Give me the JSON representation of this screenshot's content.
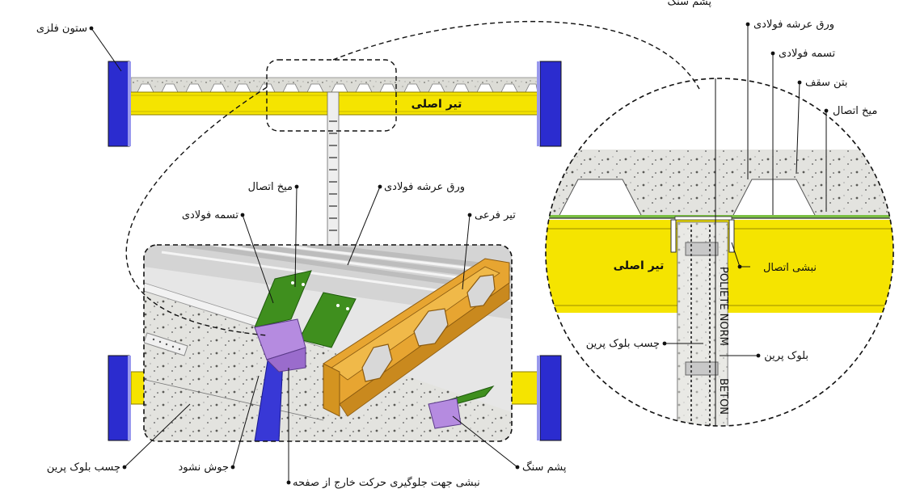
{
  "labels": {
    "steel_column": "ستون فلزی",
    "main_beam_top": "تیر اصلی",
    "stud": "میخ اتصال",
    "steel_strip": "تسمه فولادی",
    "steel_deck": "ورق عرشه فولادی",
    "secondary_beam": "تیر فرعی",
    "perlite_glue": "چسب بلوک پرین",
    "no_weld": "جوش نشود",
    "angle_note": "نبشی جهت جلوگیری حرکت خارج از صفحه",
    "rock_wool": "پشم سنگ",
    "d_rock_wool": "پشم سنگ",
    "d_steel_deck": "ورق عرشه فولادی",
    "d_steel_strip": "تسمه فولادی",
    "d_roof_concrete": "بتن سقف",
    "d_stud": "میخ اتصال",
    "d_main_beam": "تیر اصلی",
    "d_angle": "نبشی اتصال",
    "d_glue": "چسب بلوک پرین",
    "d_block": "بلوک پرین",
    "block_text_1": "POLIETE NORM",
    "block_text_2": "BETON"
  },
  "colors": {
    "column_blue": "#2b2ccf",
    "beam_yellow": "#f5e400",
    "beam_orange": "#e7a531",
    "strip_green": "#3f8f1e",
    "angle_purple": "#b58be0",
    "concrete_gray": "#d9d9d4"
  }
}
